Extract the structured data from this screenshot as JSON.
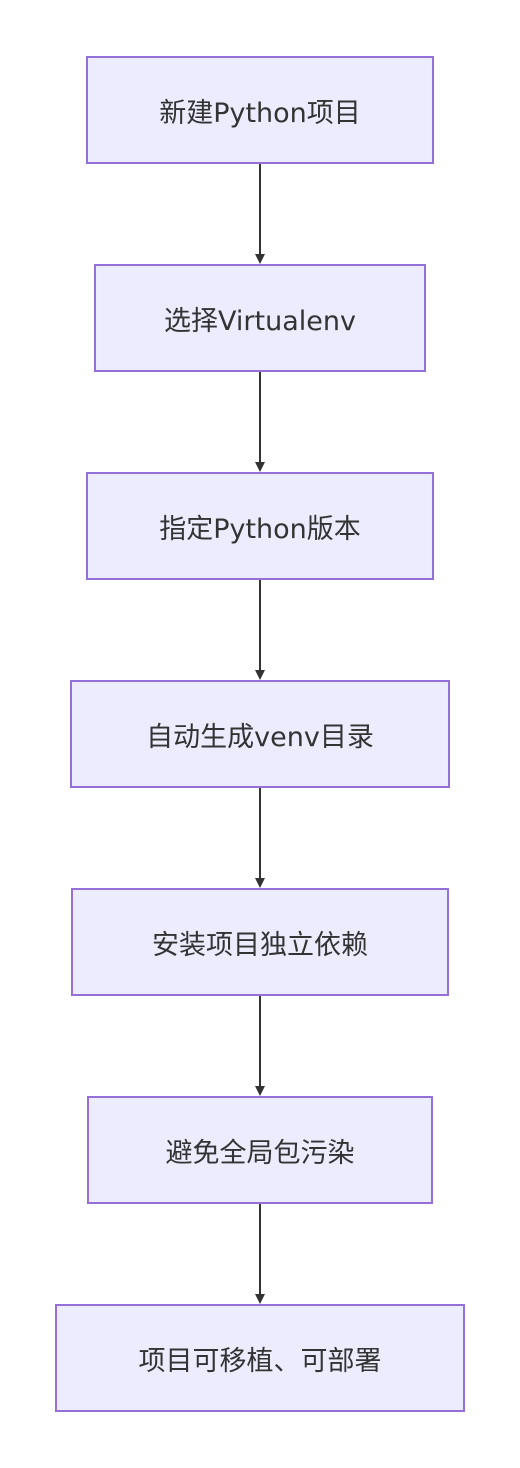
{
  "diagram": {
    "type": "flowchart",
    "direction": "top-down",
    "nodes": [
      {
        "id": "n1",
        "label": "新建Python项目"
      },
      {
        "id": "n2",
        "label": "选择Virtualenv"
      },
      {
        "id": "n3",
        "label": "指定Python版本"
      },
      {
        "id": "n4",
        "label": "自动生成venv目录"
      },
      {
        "id": "n5",
        "label": "安装项目独立依赖"
      },
      {
        "id": "n6",
        "label": "避免全局包污染"
      },
      {
        "id": "n7",
        "label": "项目可移植、可部署"
      }
    ],
    "edges": [
      {
        "from": "n1",
        "to": "n2"
      },
      {
        "from": "n2",
        "to": "n3"
      },
      {
        "from": "n3",
        "to": "n4"
      },
      {
        "from": "n4",
        "to": "n5"
      },
      {
        "from": "n5",
        "to": "n6"
      },
      {
        "from": "n6",
        "to": "n7"
      }
    ]
  },
  "colors": {
    "node_fill": "#ececfe",
    "node_border": "#9370db",
    "edge": "#333333",
    "text": "#333333"
  }
}
